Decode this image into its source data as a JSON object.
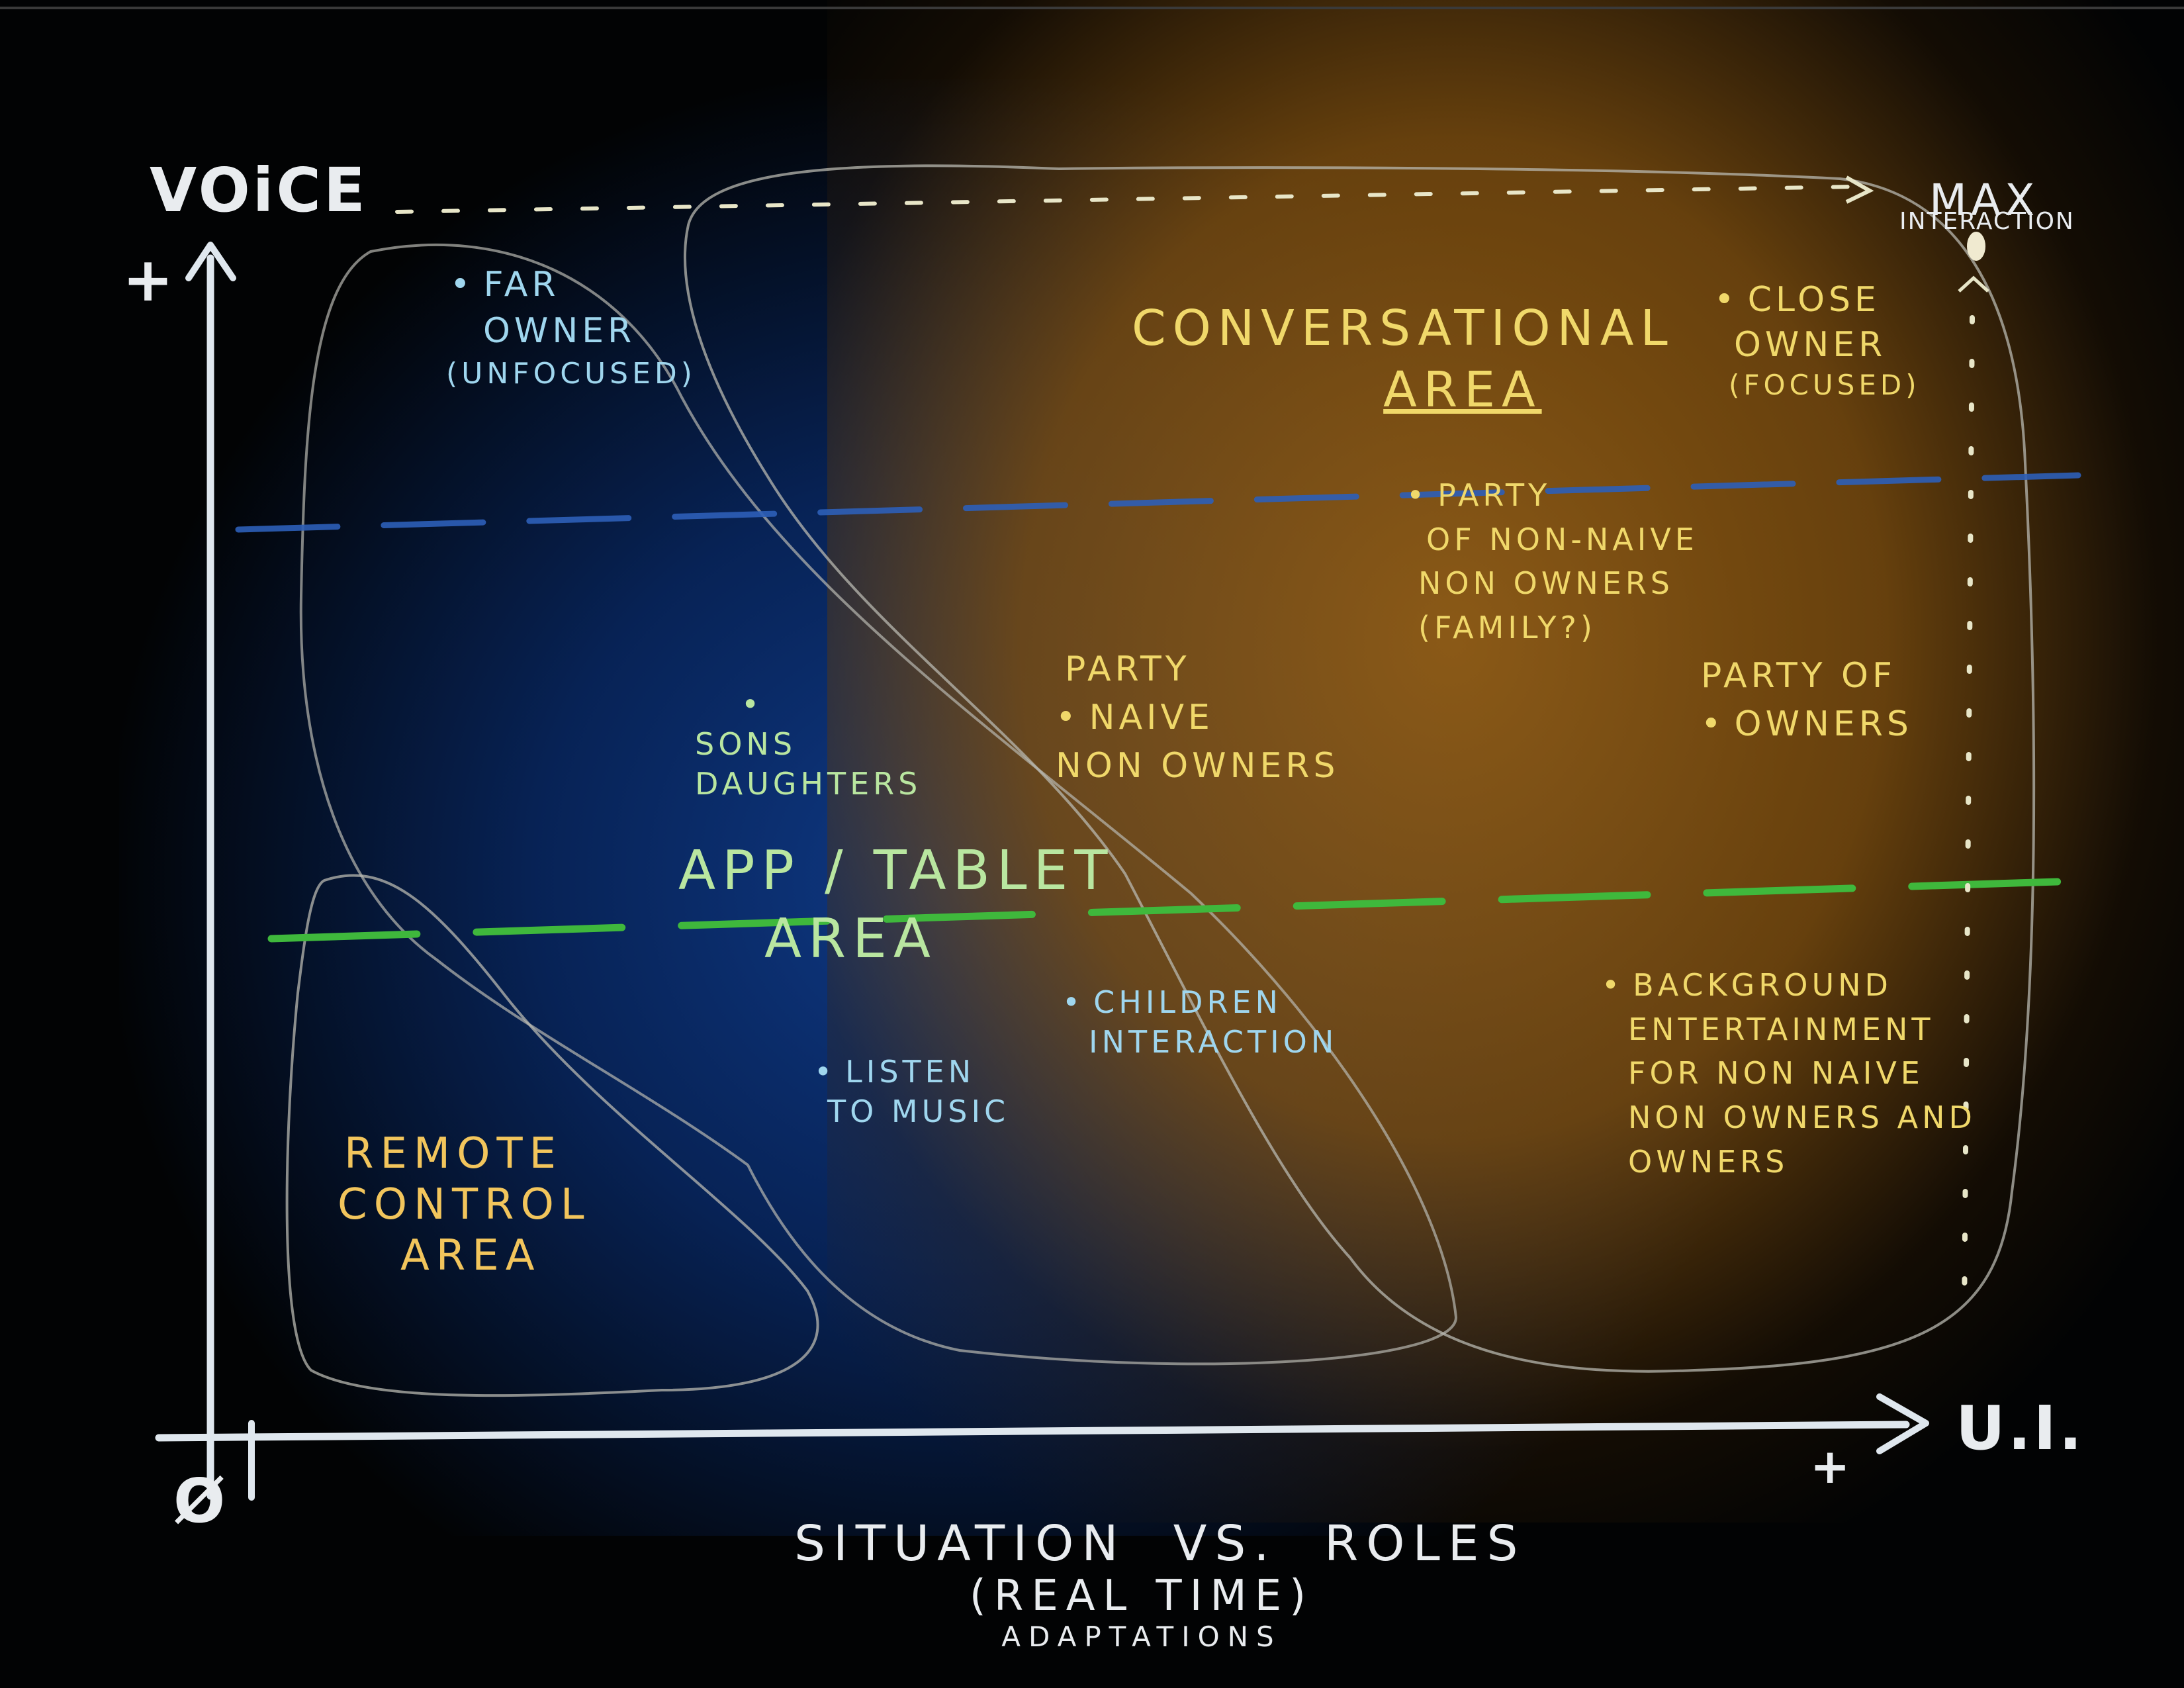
{
  "axes": {
    "y_label": "VOiCE",
    "y_plus": "+",
    "x_label": "U.I.",
    "x_plus": "+",
    "origin": "ø",
    "max_label": "MAX",
    "max_sub": "INTERACTION"
  },
  "areas": {
    "conversational": [
      "CONVERSATIONAL",
      "AREA"
    ],
    "app_tablet": [
      "APP / TABLET",
      "AREA"
    ],
    "remote_control": [
      "REMOTE",
      "CONTROL",
      "AREA"
    ]
  },
  "roles": {
    "far_owner": [
      "FAR",
      "OWNER",
      "(UNFOCUSED)"
    ],
    "close_owner": [
      "CLOSE",
      "OWNER",
      "(FOCUSED)"
    ],
    "party_non_naive": [
      "PARTY",
      "OF NON-NAIVE",
      "NON OWNERS",
      "(FAMILY?)"
    ],
    "sons_daughters": [
      "SONS",
      "DAUGHTERS"
    ],
    "party_naive": [
      "PARTY",
      "NAIVE",
      "NON OWNERS"
    ],
    "party_owners": [
      "PARTY OF",
      "OWNERS"
    ],
    "children": [
      "CHILDREN",
      "INTERACTION"
    ],
    "listen_music": [
      "LISTEN",
      "TO MUSIC"
    ],
    "background": [
      "BACKGROUND",
      "ENTERTAINMENT",
      "FOR NON NAIVE",
      "NON OWNERS AND",
      "OWNERS"
    ]
  },
  "title": {
    "line1": "SITUATION  VS.  ROLES",
    "line2": "(REAL TIME)",
    "line3": "ADAPTATIONS"
  },
  "colors": {
    "axis": "#dfe7ee",
    "blue_line": "#2d5fb8",
    "green_line": "#3fb83c",
    "outline": "#b8b8b0",
    "dotted": "#e8e6c8"
  }
}
